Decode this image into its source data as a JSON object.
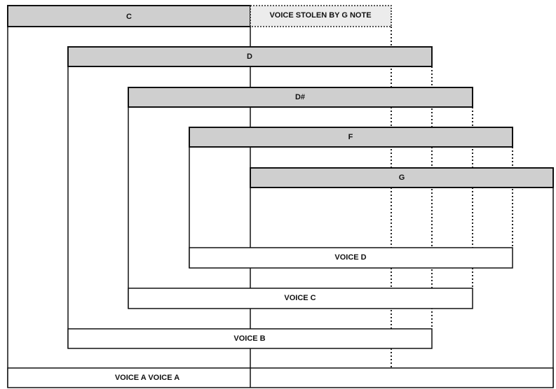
{
  "notes": {
    "c": "C",
    "d": "D",
    "d_sharp": "D#",
    "f": "F",
    "g": "G"
  },
  "voices": {
    "a": "VOICE A VOICE A",
    "b": "VOICE B",
    "c": "VOICE C",
    "d": "VOICE D"
  },
  "stolen_label": "VOICE STOLEN BY G NOTE",
  "colors": {
    "note_bar": "#cfcfcf",
    "stroke": "#111111",
    "stolen_fill": "#ececec"
  }
}
